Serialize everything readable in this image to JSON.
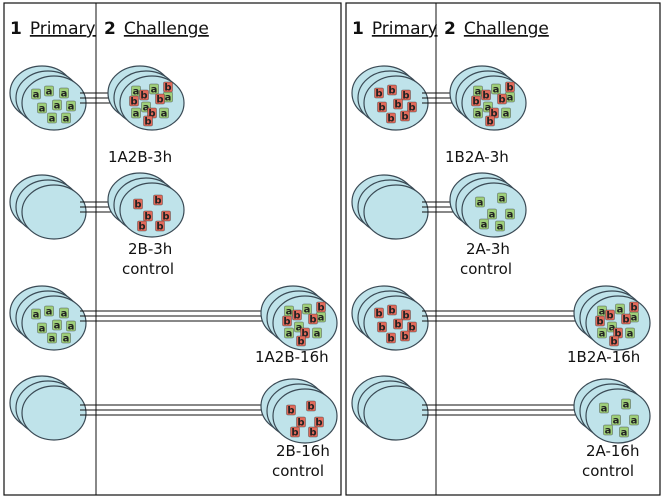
{
  "panels": [
    {
      "header": {
        "n1": "1",
        "w1": "Primary",
        "n2": "2",
        "w2": "Challenge"
      },
      "rows": [
        {
          "label1": "1A2B-3h",
          "label2": ""
        },
        {
          "label1": "2B-3h",
          "label2": "control"
        },
        {
          "label1": "1A2B-16h",
          "label2": ""
        },
        {
          "label1": "2B-16h",
          "label2": "control"
        }
      ]
    },
    {
      "header": {
        "n1": "1",
        "w1": "Primary",
        "n2": "2",
        "w2": "Challenge"
      },
      "rows": [
        {
          "label1": "1B2A-3h",
          "label2": ""
        },
        {
          "label1": "2A-3h",
          "label2": "control"
        },
        {
          "label1": "1B2A-16h",
          "label2": ""
        },
        {
          "label1": "2A-16h",
          "label2": "control"
        }
      ]
    }
  ],
  "chip_letters": {
    "a": "a",
    "b": "b"
  },
  "colors": {
    "dish_fill": "#bfe3ea",
    "dish_stroke": "#3a4a55",
    "chip_a": "#9fcf7a",
    "chip_b": "#e26a5a",
    "line": "#111111"
  }
}
